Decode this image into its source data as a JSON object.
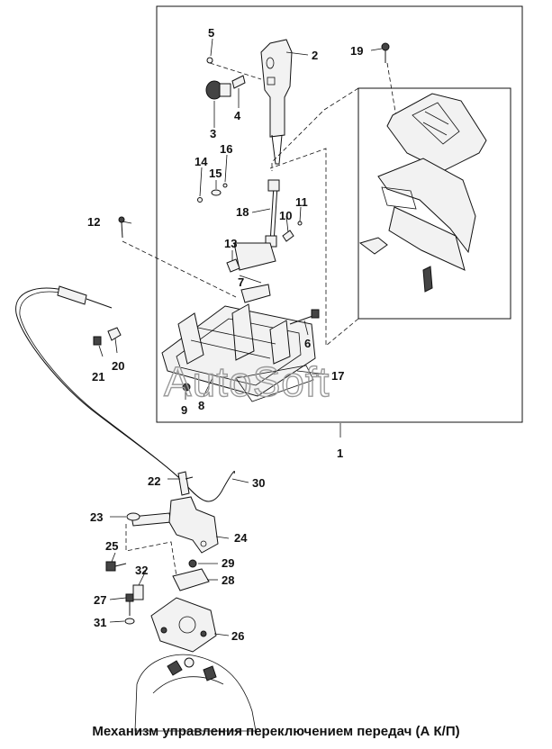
{
  "caption": "Механизм управления переключением передач (А К/П)",
  "watermark": "AutoSoft",
  "labels": {
    "p1": "1",
    "p2": "2",
    "p3": "3",
    "p4": "4",
    "p5": "5",
    "p6": "6",
    "p7": "7",
    "p8": "8",
    "p9": "9",
    "p10": "10",
    "p11": "11",
    "p12": "12",
    "p13": "13",
    "p14": "14",
    "p15": "15",
    "p16": "16",
    "p17": "17",
    "p18": "18",
    "p19": "19",
    "p20": "20",
    "p21": "21",
    "p22": "22",
    "p23": "23",
    "p24": "24",
    "p25": "25",
    "p26": "26",
    "p27": "27",
    "p28": "28",
    "p29": "29",
    "p30": "30",
    "p31": "31",
    "p32": "32"
  }
}
